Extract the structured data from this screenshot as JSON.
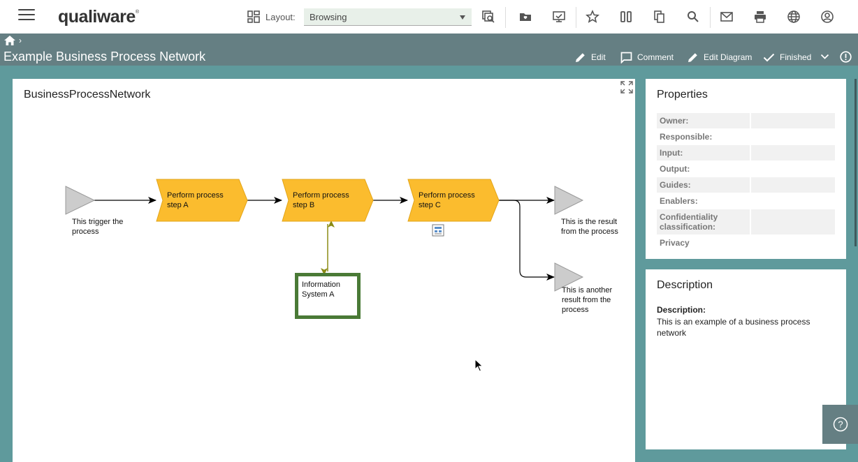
{
  "app": {
    "logo": "qualiware",
    "logo_mark": "®"
  },
  "toolbar": {
    "layout_label": "Layout:",
    "layout_value": "Browsing",
    "icons": [
      "window-search-icon",
      "folder-heart-icon",
      "presentation-check-icon",
      "star-icon",
      "book-icon",
      "copy-icon",
      "search-icon",
      "mail-icon",
      "print-icon",
      "globe-icon",
      "account-icon"
    ]
  },
  "titlebar": {
    "breadcrumb_sep": "›",
    "title": "Example Business Process Network",
    "actions": {
      "edit": "Edit",
      "comment": "Comment",
      "edit_diagram": "Edit Diagram",
      "finished": "Finished"
    }
  },
  "diagram": {
    "title": "BusinessProcessNetwork",
    "labels": {
      "trigger": "This trigger the process",
      "step_a": "Perform process step A",
      "step_b": "Perform process step B",
      "step_c": "Perform process step C",
      "info_system": "Information System A",
      "result_1": "This is the result from the process",
      "result_2": "This is another result from the process"
    },
    "colors": {
      "process": "#fbbc2e",
      "info_border": "#4a7a36",
      "link": "#8a8a14",
      "event": "#cccccc"
    }
  },
  "properties": {
    "title": "Properties",
    "rows": [
      {
        "name": "Owner:"
      },
      {
        "name": "Responsible:"
      },
      {
        "name": "Input:"
      },
      {
        "name": "Output:"
      },
      {
        "name": "Guides:"
      },
      {
        "name": "Enablers:"
      },
      {
        "name": "Confidentiality classification:"
      },
      {
        "name": "Privacy"
      }
    ]
  },
  "description": {
    "title": "Description",
    "label": "Description:",
    "text": "This is an example of a business process network"
  },
  "help": {
    "label": "?"
  },
  "colors": {
    "background": "#5f9a9c",
    "titlebar": "#657f83"
  }
}
